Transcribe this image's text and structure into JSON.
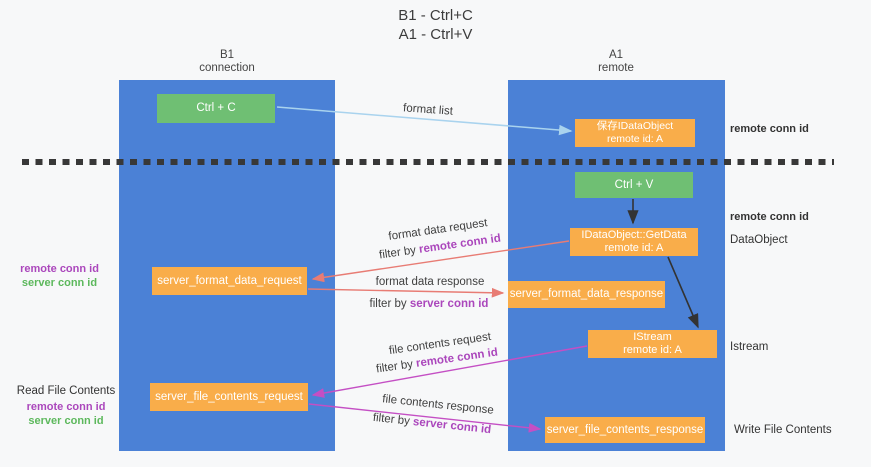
{
  "title": {
    "line1": "B1 - Ctrl+C",
    "line2": "A1 - Ctrl+V"
  },
  "columns": {
    "left": {
      "name": "B1",
      "subtitle": "connection"
    },
    "right": {
      "name": "A1",
      "subtitle": "remote"
    }
  },
  "boxes": {
    "ctrl_c": "Ctrl + C",
    "save_idataobject": {
      "line1": "保存IDataObject",
      "line2": "remote id: A"
    },
    "ctrl_v": "Ctrl + V",
    "getdata": {
      "line1": "IDataObject::GetData",
      "line2": "remote id: A"
    },
    "server_format_data_request": "server_format_data_request",
    "server_format_data_response": "server_format_data_response",
    "istream": {
      "line1": "IStream",
      "line2": "remote id: A"
    },
    "server_file_contents_request": "server_file_contents_request",
    "server_file_contents_response": "server_file_contents_response"
  },
  "annotations": {
    "format_list": "format list",
    "format_data_request": "format data request",
    "format_data_response": "format data response",
    "file_contents_request": "file contents request",
    "file_contents_response": "file contents response",
    "filter_by": "filter by ",
    "remote_conn_id": "remote conn id",
    "server_conn_id": "server conn id"
  },
  "side_labels": {
    "right_top_remote_conn_id": "remote conn id",
    "right_mid_remote_conn_id": "remote conn id",
    "dataobject": "DataObject",
    "istream": "Istream",
    "write_file_contents": "Write File Contents",
    "left_top_remote_conn_id": "remote conn id",
    "left_top_server_conn_id": "server conn id",
    "read_file_contents": "Read File Contents",
    "left_bottom_remote_conn_id": "remote conn id",
    "left_bottom_server_conn_id": "server conn id"
  },
  "colors": {
    "lifeline_blue": "#4b81d6",
    "box_orange": "#f9ad4a",
    "box_green": "#6fbf73",
    "arrow_light_blue": "#a9d3ee",
    "arrow_salmon": "#e87c74",
    "arrow_magenta": "#c44fc4",
    "arrow_black": "#333333",
    "label_purple": "#ab47bc",
    "label_green": "#5cb85c"
  }
}
